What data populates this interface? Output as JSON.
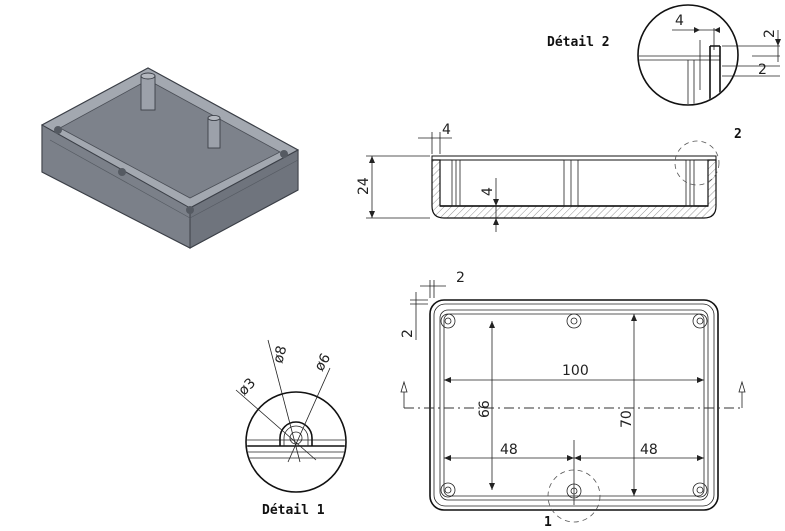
{
  "labels": {
    "detail_1": "Détail 1",
    "detail_2": "Détail 2",
    "callout_1": "1",
    "callout_2": "2"
  },
  "section_view": {
    "wall_thickness": "4",
    "height": "24",
    "floor_thickness": "4"
  },
  "top_view": {
    "edge_offset_h": "2",
    "edge_offset_v": "2",
    "width_outer": "100",
    "height_inner": "66",
    "height_outer": "70",
    "hole_offset_left": "48",
    "hole_offset_right": "48"
  },
  "detail_1": {
    "dia_outer": "ø8",
    "dia_mid": "ø6",
    "dia_inner": "ø3"
  },
  "detail_2": {
    "width": "4",
    "step_top": "2",
    "step_side": "2"
  },
  "colors": {
    "iso_fill": "#8a8f98",
    "iso_edge": "#3c4048",
    "line": "#111111"
  }
}
